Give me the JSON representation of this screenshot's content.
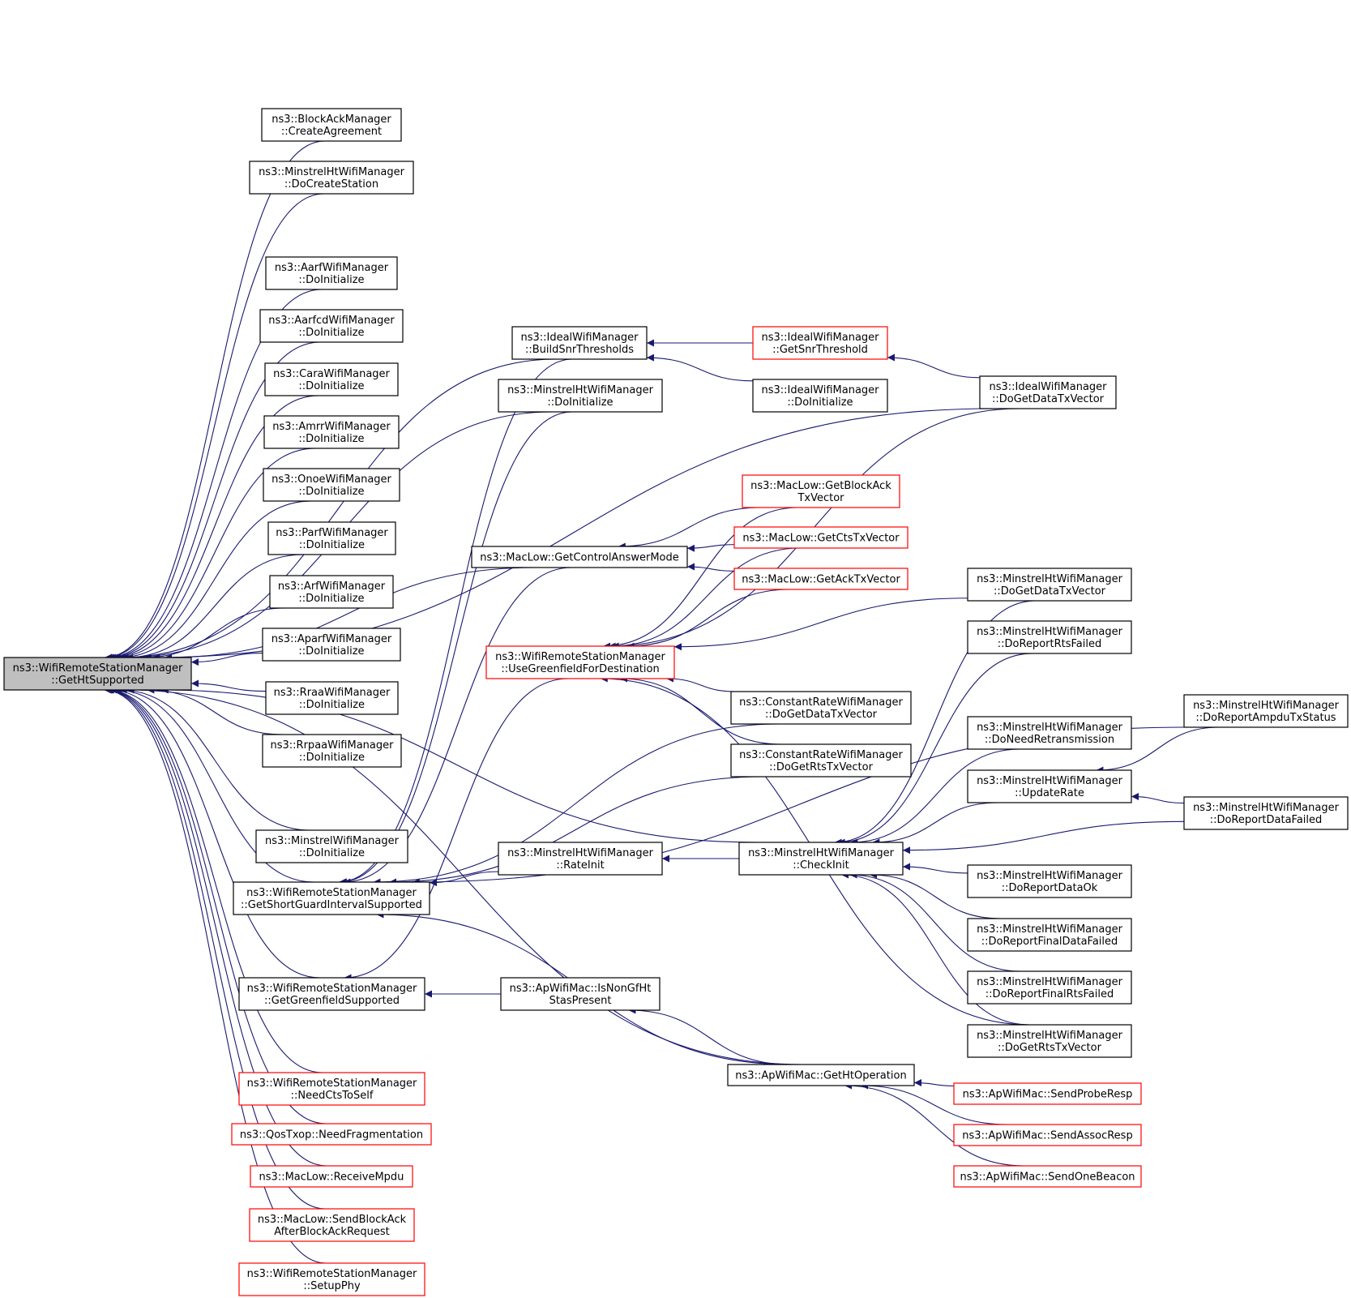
{
  "colors": {
    "edge": "#191970",
    "focus_fill": "#bfbfbf",
    "normal_border": "#000000",
    "truncated_border": "#ff0000"
  },
  "nodes": [
    {
      "id": "root",
      "lines": [
        "ns3::WifiRemoteStationManager",
        "::GetHtSupported"
      ],
      "style": "focus"
    },
    {
      "id": "ba_create",
      "lines": [
        "ns3::BlockAckManager",
        "::CreateAgreement"
      ],
      "style": "normal"
    },
    {
      "id": "mht_create",
      "lines": [
        "ns3::MinstrelHtWifiManager",
        "::DoCreateStation"
      ],
      "style": "normal"
    },
    {
      "id": "aarf_init",
      "lines": [
        "ns3::AarfWifiManager",
        "::DoInitialize"
      ],
      "style": "normal"
    },
    {
      "id": "aarfcd_init",
      "lines": [
        "ns3::AarfcdWifiManager",
        "::DoInitialize"
      ],
      "style": "normal"
    },
    {
      "id": "cara_init",
      "lines": [
        "ns3::CaraWifiManager",
        "::DoInitialize"
      ],
      "style": "normal"
    },
    {
      "id": "amrr_init",
      "lines": [
        "ns3::AmrrWifiManager",
        "::DoInitialize"
      ],
      "style": "normal"
    },
    {
      "id": "onoe_init",
      "lines": [
        "ns3::OnoeWifiManager",
        "::DoInitialize"
      ],
      "style": "normal"
    },
    {
      "id": "parf_init",
      "lines": [
        "ns3::ParfWifiManager",
        "::DoInitialize"
      ],
      "style": "normal"
    },
    {
      "id": "arf_init",
      "lines": [
        "ns3::ArfWifiManager",
        "::DoInitialize"
      ],
      "style": "normal"
    },
    {
      "id": "aparf_init",
      "lines": [
        "ns3::AparfWifiManager",
        "::DoInitialize"
      ],
      "style": "normal"
    },
    {
      "id": "rraa_init",
      "lines": [
        "ns3::RraaWifiManager",
        "::DoInitialize"
      ],
      "style": "normal"
    },
    {
      "id": "rrpaa_init",
      "lines": [
        "ns3::RrpaaWifiManager",
        "::DoInitialize"
      ],
      "style": "normal"
    },
    {
      "id": "minstrel_init",
      "lines": [
        "ns3::MinstrelWifiManager",
        "::DoInitialize"
      ],
      "style": "normal"
    },
    {
      "id": "get_sgi",
      "lines": [
        "ns3::WifiRemoteStationManager",
        "::GetShortGuardIntervalSupported"
      ],
      "style": "normal"
    },
    {
      "id": "get_gf",
      "lines": [
        "ns3::WifiRemoteStationManager",
        "::GetGreenfieldSupported"
      ],
      "style": "normal"
    },
    {
      "id": "need_cts",
      "lines": [
        "ns3::WifiRemoteStationManager",
        "::NeedCtsToSelf"
      ],
      "style": "truncated"
    },
    {
      "id": "qos_frag",
      "lines": [
        "ns3::QosTxop::NeedFragmentation"
      ],
      "style": "truncated"
    },
    {
      "id": "ml_recv",
      "lines": [
        "ns3::MacLow::ReceiveMpdu"
      ],
      "style": "truncated"
    },
    {
      "id": "ml_sendba",
      "lines": [
        "ns3::MacLow::SendBlockAck",
        "AfterBlockAckRequest"
      ],
      "style": "truncated"
    },
    {
      "id": "setup_phy",
      "lines": [
        "ns3::WifiRemoteStationManager",
        "::SetupPhy"
      ],
      "style": "truncated"
    },
    {
      "id": "ideal_build",
      "lines": [
        "ns3::IdealWifiManager",
        "::BuildSnrThresholds"
      ],
      "style": "normal"
    },
    {
      "id": "mht_init",
      "lines": [
        "ns3::MinstrelHtWifiManager",
        "::DoInitialize"
      ],
      "style": "normal"
    },
    {
      "id": "ml_ctrl",
      "lines": [
        "ns3::MacLow::GetControlAnswerMode"
      ],
      "style": "normal"
    },
    {
      "id": "use_gf",
      "lines": [
        "ns3::WifiRemoteStationManager",
        "::UseGreenfieldForDestination"
      ],
      "style": "truncated"
    },
    {
      "id": "mht_rateinit",
      "lines": [
        "ns3::MinstrelHtWifiManager",
        "::RateInit"
      ],
      "style": "normal"
    },
    {
      "id": "ap_nongf",
      "lines": [
        "ns3::ApWifiMac::IsNonGfHt",
        "StasPresent"
      ],
      "style": "normal"
    },
    {
      "id": "ideal_snr",
      "lines": [
        "ns3::IdealWifiManager",
        "::GetSnrThreshold"
      ],
      "style": "truncated"
    },
    {
      "id": "ideal_init",
      "lines": [
        "ns3::IdealWifiManager",
        "::DoInitialize"
      ],
      "style": "normal"
    },
    {
      "id": "ml_batx",
      "lines": [
        "ns3::MacLow::GetBlockAck",
        "TxVector"
      ],
      "style": "truncated"
    },
    {
      "id": "ml_ctstx",
      "lines": [
        "ns3::MacLow::GetCtsTxVector"
      ],
      "style": "truncated"
    },
    {
      "id": "ml_acktx",
      "lines": [
        "ns3::MacLow::GetAckTxVector"
      ],
      "style": "truncated"
    },
    {
      "id": "crw_data",
      "lines": [
        "ns3::ConstantRateWifiManager",
        "::DoGetDataTxVector"
      ],
      "style": "normal"
    },
    {
      "id": "crw_rts",
      "lines": [
        "ns3::ConstantRateWifiManager",
        "::DoGetRtsTxVector"
      ],
      "style": "normal"
    },
    {
      "id": "mht_checkinit",
      "lines": [
        "ns3::MinstrelHtWifiManager",
        "::CheckInit"
      ],
      "style": "normal"
    },
    {
      "id": "ap_htop",
      "lines": [
        "ns3::ApWifiMac::GetHtOperation"
      ],
      "style": "normal"
    },
    {
      "id": "ideal_data",
      "lines": [
        "ns3::IdealWifiManager",
        "::DoGetDataTxVector"
      ],
      "style": "normal"
    },
    {
      "id": "mht_data",
      "lines": [
        "ns3::MinstrelHtWifiManager",
        "::DoGetDataTxVector"
      ],
      "style": "normal"
    },
    {
      "id": "mht_rtsfail",
      "lines": [
        "ns3::MinstrelHtWifiManager",
        "::DoReportRtsFailed"
      ],
      "style": "normal"
    },
    {
      "id": "mht_needretx",
      "lines": [
        "ns3::MinstrelHtWifiManager",
        "::DoNeedRetransmission"
      ],
      "style": "normal"
    },
    {
      "id": "mht_update",
      "lines": [
        "ns3::MinstrelHtWifiManager",
        "::UpdateRate"
      ],
      "style": "normal"
    },
    {
      "id": "mht_dataok",
      "lines": [
        "ns3::MinstrelHtWifiManager",
        "::DoReportDataOk"
      ],
      "style": "normal"
    },
    {
      "id": "mht_finaldata",
      "lines": [
        "ns3::MinstrelHtWifiManager",
        "::DoReportFinalDataFailed"
      ],
      "style": "normal"
    },
    {
      "id": "mht_finalrts",
      "lines": [
        "ns3::MinstrelHtWifiManager",
        "::DoReportFinalRtsFailed"
      ],
      "style": "normal"
    },
    {
      "id": "mht_rtstx",
      "lines": [
        "ns3::MinstrelHtWifiManager",
        "::DoGetRtsTxVector"
      ],
      "style": "normal"
    },
    {
      "id": "mht_ampdu",
      "lines": [
        "ns3::MinstrelHtWifiManager",
        "::DoReportAmpduTxStatus"
      ],
      "style": "normal"
    },
    {
      "id": "mht_datafail",
      "lines": [
        "ns3::MinstrelHtWifiManager",
        "::DoReportDataFailed"
      ],
      "style": "normal"
    },
    {
      "id": "ap_probe",
      "lines": [
        "ns3::ApWifiMac::SendProbeResp"
      ],
      "style": "truncated"
    },
    {
      "id": "ap_assoc",
      "lines": [
        "ns3::ApWifiMac::SendAssocResp"
      ],
      "style": "truncated"
    },
    {
      "id": "ap_beacon",
      "lines": [
        "ns3::ApWifiMac::SendOneBeacon"
      ],
      "style": "truncated"
    }
  ],
  "edges": [
    [
      "root",
      "ba_create"
    ],
    [
      "root",
      "mht_create"
    ],
    [
      "root",
      "aarf_init"
    ],
    [
      "root",
      "aarfcd_init"
    ],
    [
      "root",
      "cara_init"
    ],
    [
      "root",
      "amrr_init"
    ],
    [
      "root",
      "onoe_init"
    ],
    [
      "root",
      "parf_init"
    ],
    [
      "root",
      "arf_init"
    ],
    [
      "root",
      "aparf_init"
    ],
    [
      "root",
      "rraa_init"
    ],
    [
      "root",
      "rrpaa_init"
    ],
    [
      "root",
      "minstrel_init"
    ],
    [
      "root",
      "get_sgi"
    ],
    [
      "root",
      "get_gf"
    ],
    [
      "root",
      "need_cts"
    ],
    [
      "root",
      "qos_frag"
    ],
    [
      "root",
      "ml_recv"
    ],
    [
      "root",
      "ml_sendba"
    ],
    [
      "root",
      "setup_phy"
    ],
    [
      "root",
      "ideal_build"
    ],
    [
      "root",
      "mht_init"
    ],
    [
      "root",
      "ideal_data"
    ],
    [
      "root",
      "mht_checkinit"
    ],
    [
      "root",
      "ap_htop"
    ],
    [
      "root",
      "ml_ctrl"
    ],
    [
      "get_sgi",
      "ideal_build"
    ],
    [
      "get_sgi",
      "mht_init"
    ],
    [
      "get_sgi",
      "ml_ctrl"
    ],
    [
      "get_sgi",
      "crw_data"
    ],
    [
      "get_sgi",
      "crw_rts"
    ],
    [
      "get_sgi",
      "mht_rateinit"
    ],
    [
      "get_sgi",
      "ap_htop"
    ],
    [
      "get_sgi",
      "mht_ampdu"
    ],
    [
      "get_gf",
      "use_gf"
    ],
    [
      "get_gf",
      "ap_nongf"
    ],
    [
      "ideal_build",
      "ideal_snr"
    ],
    [
      "ideal_build",
      "ideal_init"
    ],
    [
      "ideal_snr",
      "ideal_data"
    ],
    [
      "ml_ctrl",
      "ml_batx"
    ],
    [
      "ml_ctrl",
      "ml_ctstx"
    ],
    [
      "ml_ctrl",
      "ml_acktx"
    ],
    [
      "use_gf",
      "ml_batx"
    ],
    [
      "use_gf",
      "ml_ctstx"
    ],
    [
      "use_gf",
      "ml_acktx"
    ],
    [
      "use_gf",
      "ideal_data"
    ],
    [
      "use_gf",
      "mht_data"
    ],
    [
      "use_gf",
      "crw_data"
    ],
    [
      "use_gf",
      "crw_rts"
    ],
    [
      "use_gf",
      "mht_rtstx"
    ],
    [
      "mht_rateinit",
      "mht_checkinit"
    ],
    [
      "mht_checkinit",
      "mht_data"
    ],
    [
      "mht_checkinit",
      "mht_rtsfail"
    ],
    [
      "mht_checkinit",
      "mht_needretx"
    ],
    [
      "mht_checkinit",
      "mht_update"
    ],
    [
      "mht_checkinit",
      "mht_datafail"
    ],
    [
      "mht_checkinit",
      "mht_dataok"
    ],
    [
      "mht_checkinit",
      "mht_finaldata"
    ],
    [
      "mht_checkinit",
      "mht_finalrts"
    ],
    [
      "mht_checkinit",
      "mht_rtstx"
    ],
    [
      "mht_update",
      "mht_ampdu"
    ],
    [
      "mht_update",
      "mht_datafail"
    ],
    [
      "ap_nongf",
      "ap_htop"
    ],
    [
      "ap_htop",
      "ap_probe"
    ],
    [
      "ap_htop",
      "ap_assoc"
    ],
    [
      "ap_htop",
      "ap_beacon"
    ]
  ]
}
